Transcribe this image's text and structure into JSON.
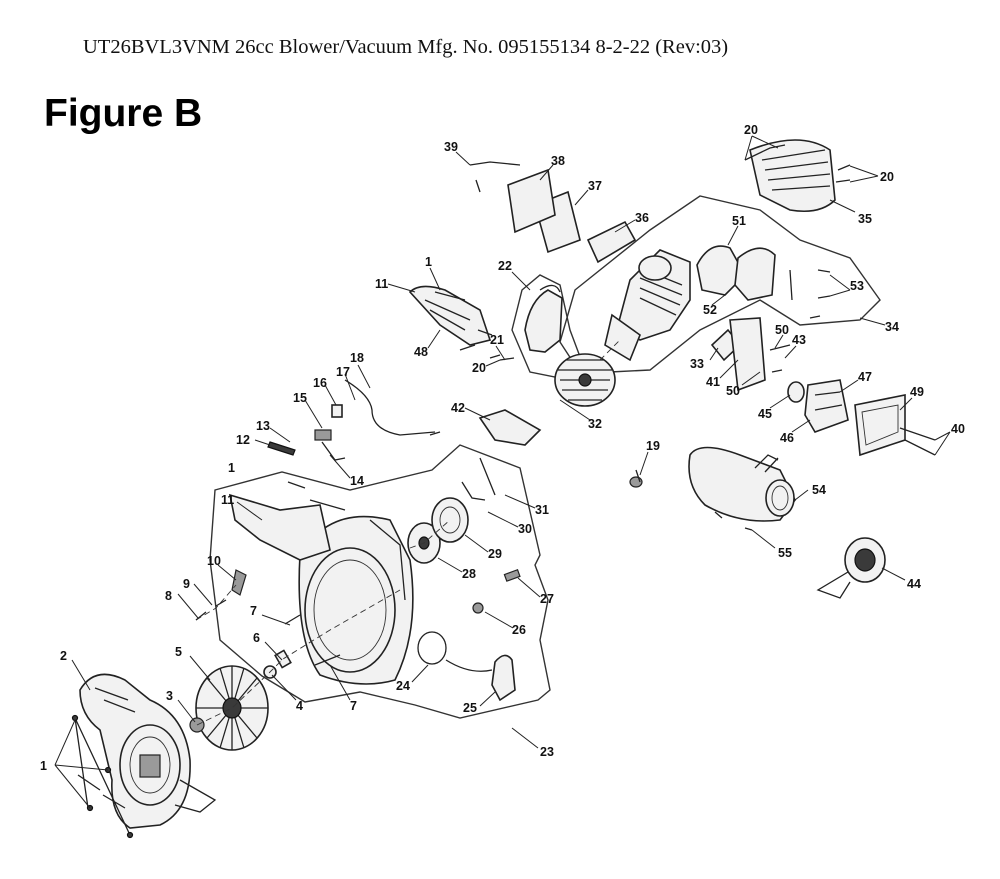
{
  "header": {
    "title": "UT26BVL3VNM 26cc Blower/Vacuum Mfg. No. 095155134 8-2-22 (Rev:03)"
  },
  "figure": {
    "label": "Figure B"
  },
  "callouts": {
    "c1": "1",
    "c2": "2",
    "c3": "3",
    "c4": "4",
    "c5": "5",
    "c6": "6",
    "c7": "7",
    "c8": "8",
    "c9": "9",
    "c10": "10",
    "c11": "11",
    "c12": "12",
    "c13": "13",
    "c14": "14",
    "c15": "15",
    "c16": "16",
    "c17": "17",
    "c18": "18",
    "c19": "19",
    "c20": "20",
    "c21": "21",
    "c22": "22",
    "c23": "23",
    "c24": "24",
    "c25": "25",
    "c26": "26",
    "c27": "27",
    "c28": "28",
    "c29": "29",
    "c30": "30",
    "c31": "31",
    "c32": "32",
    "c33": "33",
    "c34": "34",
    "c35": "35",
    "c36": "36",
    "c37": "37",
    "c38": "38",
    "c39": "39",
    "c40": "40",
    "c41": "41",
    "c42": "42",
    "c43": "43",
    "c44": "44",
    "c45": "45",
    "c46": "46",
    "c47": "47",
    "c48": "48",
    "c49": "49",
    "c50": "50",
    "c51": "51",
    "c52": "52",
    "c53": "53",
    "c54": "54",
    "c55": "55"
  }
}
